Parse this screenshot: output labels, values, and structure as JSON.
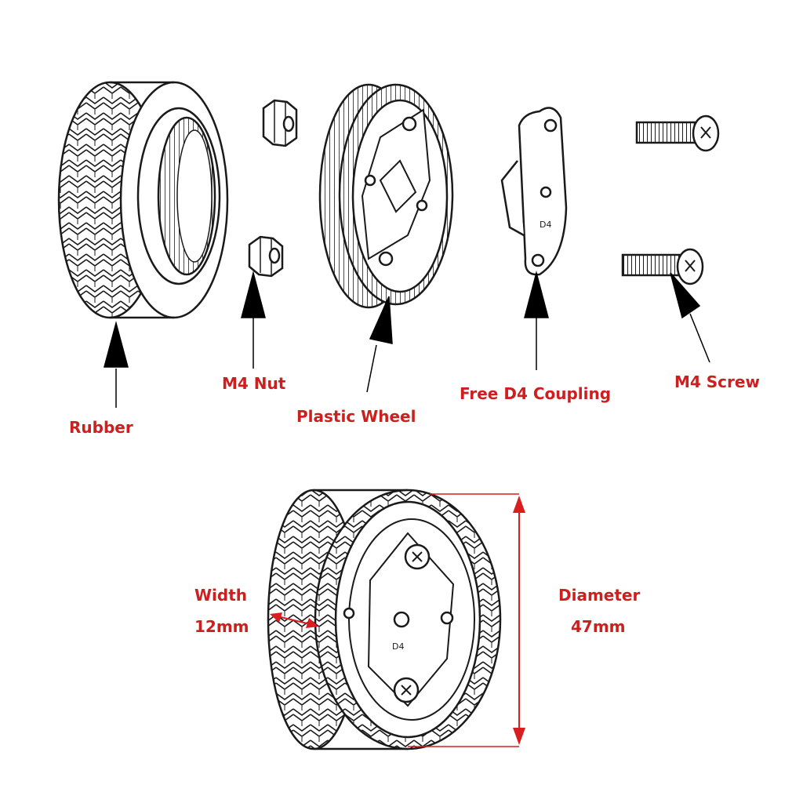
{
  "colors": {
    "label": "#cc1f1f",
    "line": "#1a1a1a",
    "fill": "#ffffff",
    "dimension": "#d81e1e"
  },
  "parts": [
    {
      "id": "rubber",
      "label": "Rubber"
    },
    {
      "id": "nut",
      "label": "M4 Nut"
    },
    {
      "id": "wheel",
      "label": "Plastic Wheel"
    },
    {
      "id": "coupling",
      "label": "Free D4 Coupling"
    },
    {
      "id": "screw",
      "label": "M4 Screw"
    }
  ],
  "marking": "D4",
  "dimensions": {
    "width": {
      "title": "Width",
      "value": "12mm"
    },
    "diameter": {
      "title": "Diameter",
      "value": "47mm"
    }
  }
}
